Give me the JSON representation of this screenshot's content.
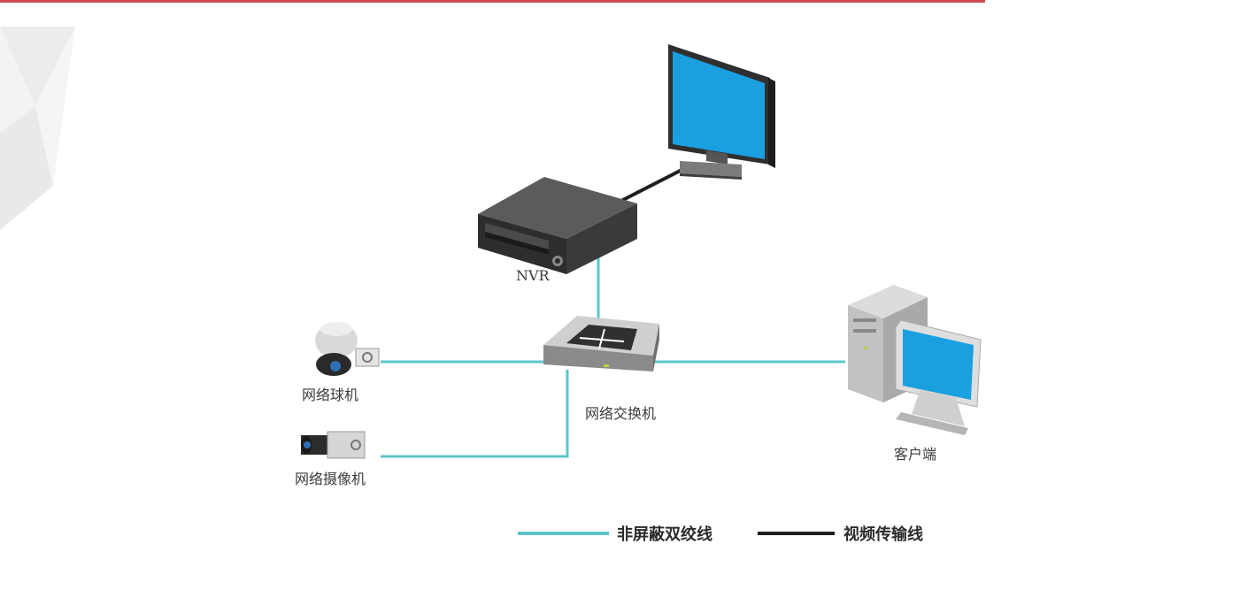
{
  "colors": {
    "utp": "#5cc6c8",
    "video": "#1f1f1f",
    "accent": "#cf4b4f",
    "screen": "#1a9fe0"
  },
  "labels": {
    "nvr": "NVR",
    "dome_camera": "网络球机",
    "bullet_camera": "网络摄像机",
    "switch": "网络交换机",
    "client": "客户端"
  },
  "legend": {
    "utp": "非屏蔽双绞线",
    "video": "视频传输线"
  },
  "icons": {
    "monitor": "monitor-icon",
    "nvr": "nvr-recorder-icon",
    "switch": "network-switch-icon",
    "dome": "dome-camera-icon",
    "bullet": "bullet-camera-icon",
    "client": "desktop-computer-icon"
  }
}
